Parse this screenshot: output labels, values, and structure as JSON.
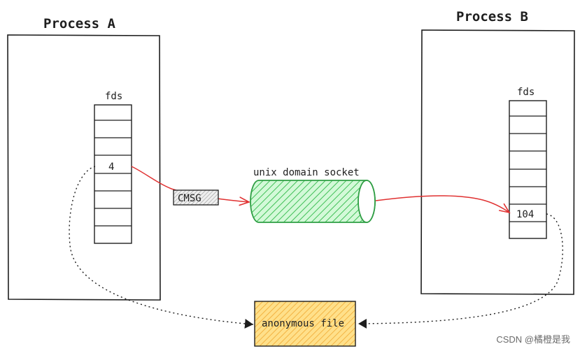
{
  "process_a": {
    "title": "Process A",
    "fds_label": "fds",
    "fd_value": "4"
  },
  "process_b": {
    "title": "Process B",
    "fds_label": "fds",
    "fd_value": "104"
  },
  "cmsg": {
    "label": "CMSG"
  },
  "socket": {
    "label": "unix domain socket"
  },
  "anon_file": {
    "label": "anonymous file"
  },
  "watermark": "CSDN @橘橙是我",
  "colors": {
    "red_arrow": "#e03131",
    "socket_green": "#2f9e44",
    "socket_fill": "#b2f2bb",
    "file_fill": "#ffd77a",
    "ink": "#1e1e1e"
  }
}
